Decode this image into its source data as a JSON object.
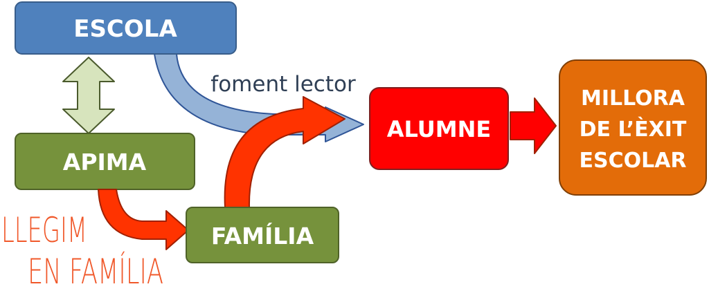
{
  "nodes": {
    "escola": "ESCOLA",
    "apima": "APIMA",
    "familia": "FAMÍLIA",
    "alumne": "ALUMNE",
    "outcome": [
      "MILLORA",
      "DE L’ÈXIT",
      "ESCOLAR"
    ]
  },
  "edge_label": "foment lector",
  "logo": [
    "LLEGIM",
    "EN FAMÍLIA"
  ],
  "colors": {
    "escola": "#4f81bd",
    "green": "#76923c",
    "alumne": "#ff0000",
    "outcome": "#e36c09",
    "blue_arrow": "#95b3d7",
    "red_arrow": "#ff3300",
    "double_arrow": "#d7e4bd",
    "logo": "#f0582a",
    "label": "#2f3f55"
  }
}
